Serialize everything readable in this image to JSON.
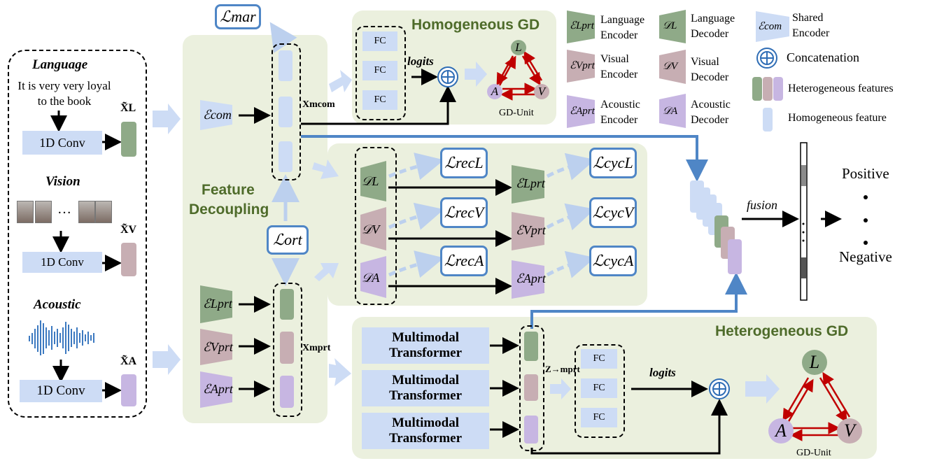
{
  "inputs": {
    "language_title": "Language",
    "language_text": "It is very very loyal to the book",
    "vision_title": "Vision",
    "vision_dots": "…",
    "acoustic_title": "Acoustic",
    "conv_label": "1D Conv"
  },
  "features": {
    "x_L": "X̃L",
    "x_V": "X̃V",
    "x_A": "X̃A",
    "x_com": "Xmcom",
    "x_prt": "Xmprt",
    "z_prt": "Z→mprt"
  },
  "decoupling": {
    "title_line1": "Feature",
    "title_line2": "Decoupling",
    "shared_encoder": "ℰcom",
    "enc_L": "ℰLprt",
    "enc_V": "ℰVprt",
    "enc_A": "ℰAprt",
    "loss_mar": "ℒmar",
    "loss_ort": "ℒort"
  },
  "reconstruction": {
    "dec_L": "𝒟L",
    "dec_V": "𝒟V",
    "dec_A": "𝒟A",
    "rec_L": "ℒrecL",
    "rec_V": "ℒrecV",
    "rec_A": "ℒrecA",
    "cyc_L": "ℒcycL",
    "cyc_V": "ℒcycV",
    "cyc_A": "ℒcycA",
    "enc_L": "ℰLprt",
    "enc_V": "ℰVprt",
    "enc_A": "ℰAprt"
  },
  "homogeneous_gd": {
    "title": "Homogeneous GD",
    "fc_labels": [
      "FC",
      "FC",
      "FC"
    ],
    "logits": "logits",
    "gd_unit": "GD-Unit",
    "nodes": [
      "L",
      "A",
      "V"
    ]
  },
  "heterogeneous_gd": {
    "title": "Heterogeneous GD",
    "transformers": [
      "Multimodal Transformer",
      "Multimodal Transformer",
      "Multimodal Transformer"
    ],
    "fc_labels": [
      "FC",
      "FC",
      "FC"
    ],
    "logits": "logits",
    "gd_unit": "GD-Unit",
    "nodes": [
      "L",
      "A",
      "V"
    ]
  },
  "output": {
    "fusion": "fusion",
    "positive": "Positive",
    "negative": "Negative"
  },
  "legend": {
    "lang_enc_sym": "ℰLprt",
    "lang_enc": "Language Encoder",
    "lang_dec_sym": "𝒟L",
    "lang_dec": "Language Decoder",
    "shared_sym": "ℰcom",
    "shared": "Shared Encoder",
    "vis_enc_sym": "ℰVprt",
    "vis_enc": "Visual Encoder",
    "vis_dec_sym": "𝒟V",
    "vis_dec": "Visual Decoder",
    "concat": "Concatenation",
    "ac_enc_sym": "ℰAprt",
    "ac_enc": "Acoustic Encoder",
    "ac_dec_sym": "𝒟A",
    "ac_dec": "Acoustic Decoder",
    "hetero": "Heterogeneous features",
    "homo": "Homogeneous feature"
  },
  "colors": {
    "panel": "#ebf0de",
    "box": "#cddcf5",
    "lang": "#8faa88",
    "vis": "#c7aeb3",
    "ac": "#c7b6e2",
    "blue_line": "#4f86c6",
    "red_edge": "#c00000",
    "title_green": "#4e6b2a"
  }
}
